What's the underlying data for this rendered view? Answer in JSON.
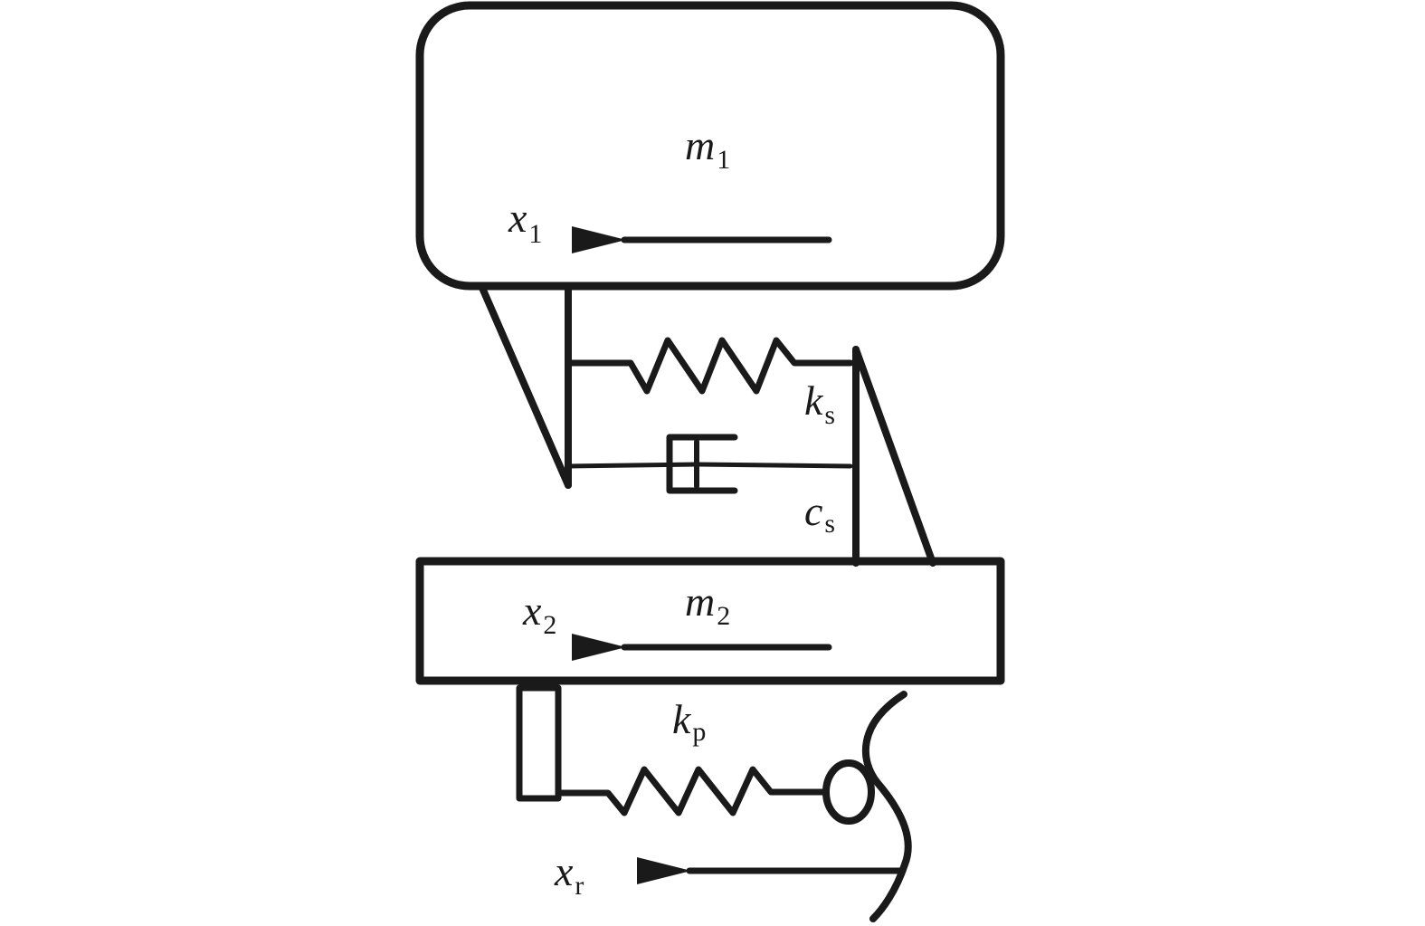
{
  "labels": {
    "m1": {
      "sym": "m",
      "sub": "1"
    },
    "x1": {
      "sym": "x",
      "sub": "1"
    },
    "ks": {
      "sym": "k",
      "sub": "s"
    },
    "cs": {
      "sym": "c",
      "sub": "s"
    },
    "m2": {
      "sym": "m",
      "sub": "2"
    },
    "x2": {
      "sym": "x",
      "sub": "2"
    },
    "kp": {
      "sym": "k",
      "sub": "p"
    },
    "xr": {
      "sym": "x",
      "sub": "r"
    }
  },
  "colors": {
    "ink": "#1a1a1a",
    "background": "#ffffff"
  }
}
